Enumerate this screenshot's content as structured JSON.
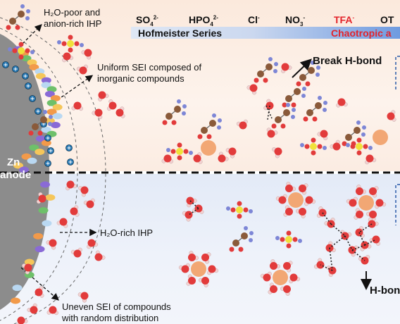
{
  "labels": {
    "ihp_top_line1": "H₂O-poor and",
    "ihp_top_line2": "anion-rich IHP",
    "sei_top_line1": "Uniform SEI composed of",
    "sei_top_line2": "inorganic compounds",
    "ihp_bottom": "H₂O-rich IHP",
    "sei_bottom_line1": "Uneven SEI of compounds",
    "sei_bottom_line2": "with random distribution",
    "break_hbond": "Break H-bond",
    "hbond": "H-bon",
    "zn_line1": "Zn",
    "zn_line2": "anode"
  },
  "hofmeister": {
    "title": "Hofmeister Series",
    "chaotropic": "Chaotropic a",
    "ions": [
      {
        "base": "SO",
        "sub": "4",
        "sup": "2-"
      },
      {
        "base": "HPO",
        "sub": "4",
        "sup": "2-"
      },
      {
        "base": "Cl",
        "sub": "",
        "sup": "-"
      },
      {
        "base": "NO",
        "sub": "3",
        "sup": "-"
      },
      {
        "base": "TFA",
        "sub": "",
        "sup": "-"
      },
      {
        "base": "OT",
        "sub": "",
        "sup": ""
      }
    ]
  },
  "colors": {
    "water_oxygen": "#e23b3b",
    "hydrogen": "#f1d3d3",
    "carbon": "#8a5a3a",
    "sulfur": "#f0e23a",
    "nitrogen": "#7d86d6",
    "fluorine": "#cfe08a",
    "zn_ion": "#f2a774",
    "anode": "#8c8c8c",
    "cation_marker": "#2a7ab5",
    "chaotropic": "#e3242b"
  }
}
